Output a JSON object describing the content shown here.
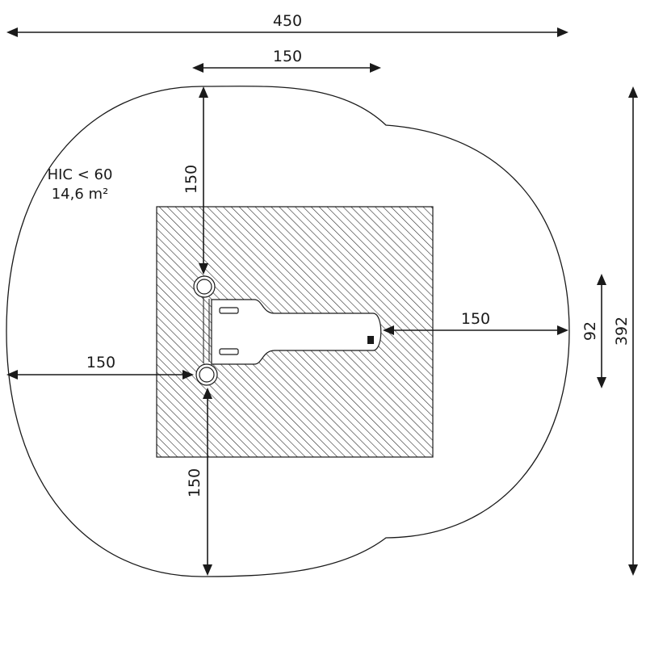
{
  "dimensions": {
    "overall_width": "450",
    "top_inner_width": "150",
    "top_clearance": "150",
    "right_clearance": "150",
    "left_clearance": "150",
    "bottom_clearance": "150",
    "equipment_width": "92",
    "overall_depth": "392"
  },
  "surface_note": {
    "hic": "HIC < 60",
    "area": "14,6 m²"
  }
}
